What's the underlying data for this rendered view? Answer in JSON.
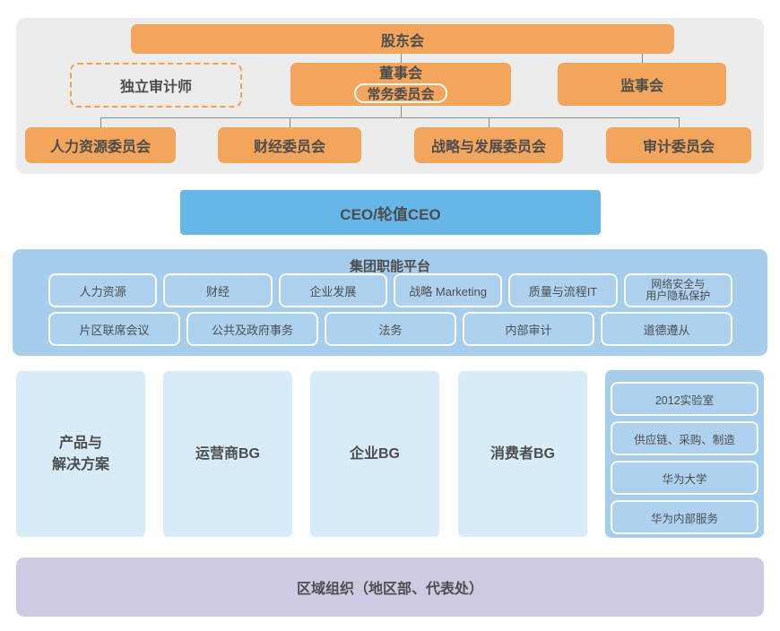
{
  "governance": {
    "shareholders": "股东会",
    "independent_auditor": "独立审计师",
    "board": "董事会",
    "executive_committee": "常务委员会",
    "supervisory_board": "监事会",
    "committees": [
      "人力资源委员会",
      "财经委员会",
      "战略与发展委员会",
      "审计委员会"
    ]
  },
  "ceo_bar": "CEO/轮值CEO",
  "platform": {
    "title": "集团职能平台",
    "row1": [
      "人力资源",
      "财经",
      "企业发展",
      "战略 Marketing",
      "质量与流程IT"
    ],
    "row1_wrap": {
      "line1": "网络安全与",
      "line2": "用户隐私保护"
    },
    "row2": [
      "片区联席会议",
      "公共及政府事务",
      "法务",
      "内部审计",
      "道德遵从"
    ]
  },
  "business_groups": {
    "products": {
      "line1": "产品与",
      "line2": "解决方案"
    },
    "carrier": "运营商BG",
    "enterprise": "企业BG",
    "consumer": "消费者BG"
  },
  "support_units": [
    "2012实验室",
    "供应链、采购、制造",
    "华为大学",
    "华为内部服务"
  ],
  "regional": "区域组织（地区部、代表处）",
  "colors": {
    "orange": "#f3a55c",
    "orange_dashed_border": "#f0a14c",
    "gray_panel": "#ececec",
    "ceo_blue": "#67b6e8",
    "panel_blue": "#a6cdeb",
    "box_blue": "#add1ee",
    "light_blue_column": "#d7ebf8",
    "purple_bar": "#d1c9e4",
    "text": "#4a4a4a",
    "connector": "#8a8a8a"
  }
}
